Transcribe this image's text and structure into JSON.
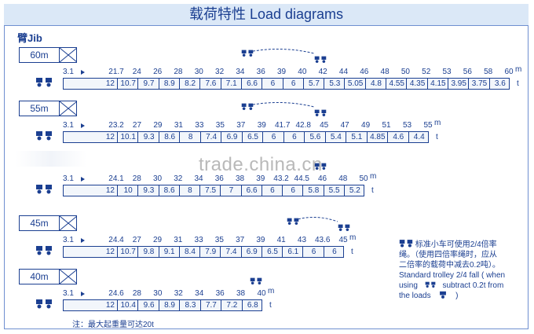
{
  "title": "载荷特性 Load diagrams",
  "jib_label": "臂Jib",
  "units": {
    "radius": "m",
    "load": "t"
  },
  "start_radius": "3.1",
  "watermark": "trade.china.cn",
  "note": "注：最大起重量可达20t",
  "legend": {
    "cn_line1": "标准小车可使用2/4倍率",
    "cn_line2": "绳。（使用四倍率绳时，应从",
    "cn_line3": "二倍率的载荷中减去0.2吨）。",
    "en_line1": "Standard trolley 2/4 fall ( when",
    "en_line2a": "using",
    "en_line2b": "subtract  0.2t  from",
    "en_line3a": "the loads",
    "en_line3b": ")"
  },
  "colors": {
    "ink": "#1b3f91",
    "bar_fill": "#f2f6fb",
    "title_band": "#dbe8f7"
  },
  "icons": {
    "double_trolley": "double-trolley-icon",
    "single_trolley": "single-trolley-icon"
  },
  "jibs": [
    {
      "jib_length": "60m",
      "radii": [
        "21.7",
        "24",
        "26",
        "28",
        "30",
        "32",
        "34",
        "36",
        "39",
        "40",
        "42",
        "44",
        "46",
        "48",
        "50",
        "52",
        "53",
        "56",
        "58",
        "60"
      ],
      "loads": [
        "12",
        "10.7",
        "9.7",
        "8.9",
        "8.2",
        "7.6",
        "7.1",
        "6.6",
        "6",
        "6",
        "5.7",
        "5.3",
        "5.05",
        "4.8",
        "4.55",
        "4.35",
        "4.15",
        "3.95",
        "3.75",
        "3.6"
      ]
    },
    {
      "jib_length": "55m",
      "radii": [
        "23.2",
        "27",
        "29",
        "31",
        "33",
        "35",
        "37",
        "39",
        "41.7",
        "42.8",
        "45",
        "47",
        "49",
        "51",
        "53",
        "55"
      ],
      "loads": [
        "12",
        "10.1",
        "9.3",
        "8.6",
        "8",
        "7.4",
        "6.9",
        "6.5",
        "6",
        "6",
        "5.6",
        "5.4",
        "5.1",
        "4.85",
        "4.6",
        "4.4"
      ]
    },
    {
      "jib_length": "",
      "radii": [
        "24.1",
        "28",
        "30",
        "32",
        "34",
        "36",
        "38",
        "39",
        "43.2",
        "44.5",
        "46",
        "48",
        "50"
      ],
      "loads": [
        "12",
        "10",
        "9.3",
        "8.6",
        "8",
        "7.5",
        "7",
        "6.6",
        "6",
        "6",
        "5.8",
        "5.5",
        "5.2"
      ]
    },
    {
      "jib_length": "45m",
      "radii": [
        "24.4",
        "27",
        "29",
        "31",
        "33",
        "35",
        "37",
        "39",
        "41",
        "43",
        "43.6",
        "45"
      ],
      "loads": [
        "12",
        "10.7",
        "9.8",
        "9.1",
        "8.4",
        "7.9",
        "7.4",
        "6.9",
        "6.5",
        "6.1",
        "6",
        "6"
      ]
    },
    {
      "jib_length": "40m",
      "radii": [
        "24.6",
        "28",
        "30",
        "32",
        "34",
        "36",
        "38",
        "40"
      ],
      "loads": [
        "12",
        "10.4",
        "9.6",
        "8.9",
        "8.3",
        "7.7",
        "7.2",
        "6.8"
      ]
    }
  ]
}
